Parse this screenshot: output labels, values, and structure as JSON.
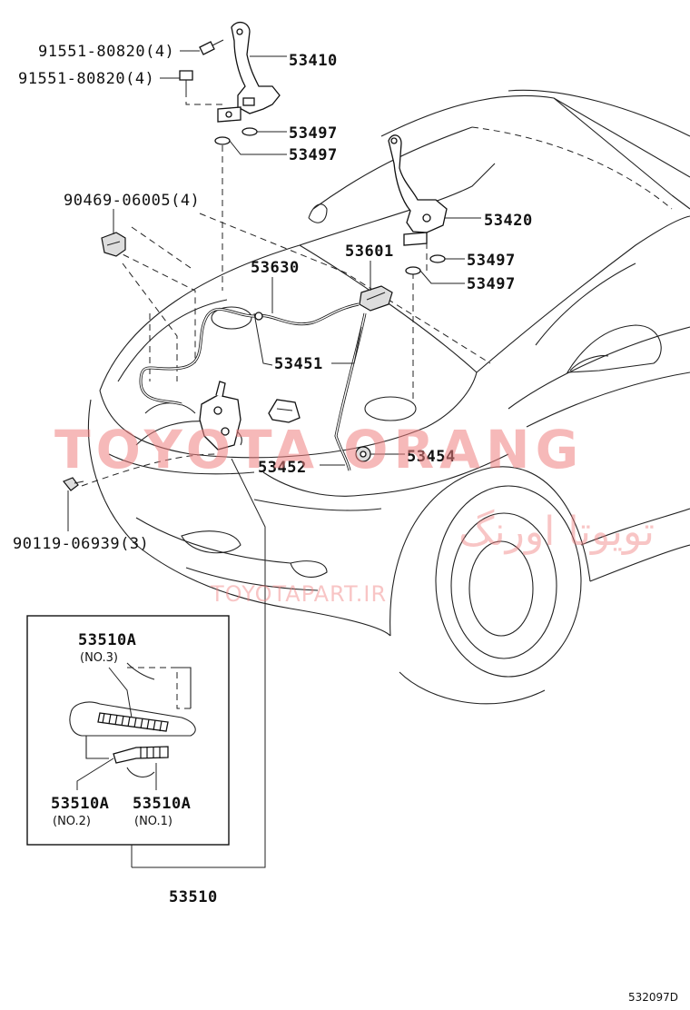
{
  "diagram": {
    "callouts": [
      {
        "id": "c1",
        "text": "91551-80820(4)"
      },
      {
        "id": "c2",
        "text": "91551-80820(4)"
      },
      {
        "id": "c3",
        "text": "53410"
      },
      {
        "id": "c4",
        "text": "53497"
      },
      {
        "id": "c5",
        "text": "53497"
      },
      {
        "id": "c6",
        "text": "90469-06005(4)"
      },
      {
        "id": "c7",
        "text": "53420"
      },
      {
        "id": "c8",
        "text": "53601"
      },
      {
        "id": "c9",
        "text": "53630"
      },
      {
        "id": "c10",
        "text": "53497"
      },
      {
        "id": "c11",
        "text": "53497"
      },
      {
        "id": "c12",
        "text": "53451"
      },
      {
        "id": "c13",
        "text": "53454"
      },
      {
        "id": "c14",
        "text": "53452"
      },
      {
        "id": "c15",
        "text": "90119-06939(3)"
      }
    ],
    "inset": {
      "labels": [
        {
          "id": "i1",
          "text": "53510A",
          "sub": "(NO.3)"
        },
        {
          "id": "i2",
          "text": "53510A",
          "sub": "(NO.2)"
        },
        {
          "id": "i3",
          "text": "53510A",
          "sub": "(NO.1)"
        }
      ],
      "assembly": "53510"
    },
    "drawing_code": "532097D"
  },
  "watermark": {
    "main": "TOYOTA ORANG",
    "persian": "تویوتا اورنگ",
    "url": "TOYOTAPART.IR",
    "color": "#f08080"
  }
}
